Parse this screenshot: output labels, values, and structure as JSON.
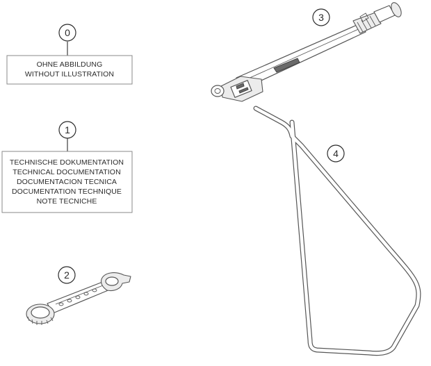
{
  "callouts": [
    {
      "number": "0",
      "label_lines": [
        "OHNE ABBILDUNG",
        "WITHOUT ILLUSTRATION"
      ]
    },
    {
      "number": "1",
      "label_lines": [
        "TECHNISCHE DOKUMENTATION",
        "TECHNICAL DOCUMENTATION",
        "DOCUMENTACION TECNICA",
        "DOCUMENTATION TECHNIQUE",
        "NOTE TECNICHE"
      ]
    },
    {
      "number": "2"
    },
    {
      "number": "3"
    },
    {
      "number": "4"
    }
  ]
}
